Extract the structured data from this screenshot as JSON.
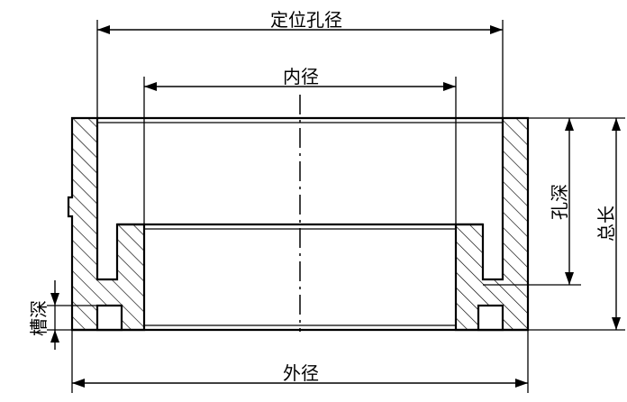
{
  "labels": {
    "locating_hole_diameter": "定位孔径",
    "inner_diameter": "内径",
    "outer_diameter": "外径",
    "hole_depth": "孔深",
    "total_length": "总长",
    "groove_depth": "槽深"
  }
}
